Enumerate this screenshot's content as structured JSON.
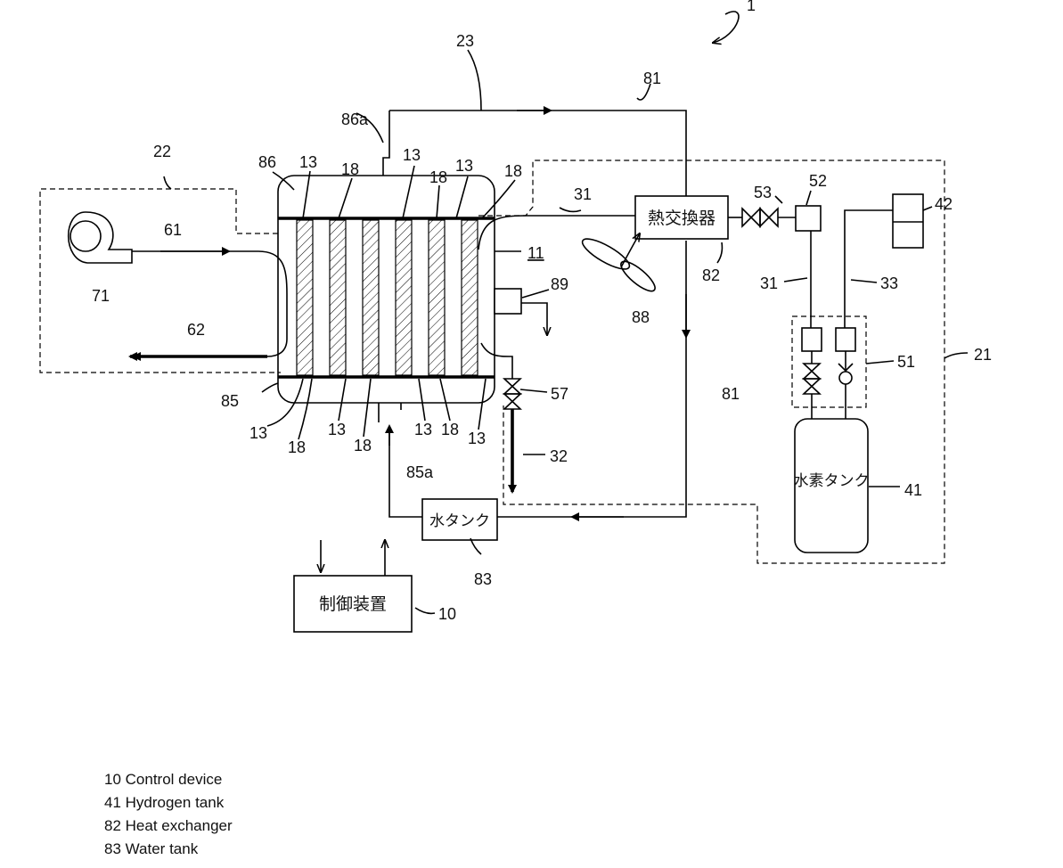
{
  "components": {
    "control_device": "制御装置",
    "water_tank": "水タンク",
    "heat_exchanger": "熱交換器",
    "hydrogen_tank": "水素タンク"
  },
  "refs": {
    "r1": "1",
    "r10": "10",
    "r11": "11",
    "r13": "13",
    "r18": "18",
    "r21": "21",
    "r22": "22",
    "r23": "23",
    "r31": "31",
    "r32": "32",
    "r33": "33",
    "r41": "41",
    "r42": "42",
    "r51": "51",
    "r52": "52",
    "r53": "53",
    "r57": "57",
    "r61": "61",
    "r62": "62",
    "r71": "71",
    "r81": "81",
    "r82": "82",
    "r83": "83",
    "r85": "85",
    "r85a": "85a",
    "r86": "86",
    "r86a": "86a",
    "r88": "88",
    "r89": "89"
  },
  "legend": [
    "10 Control device",
    "41 Hydrogen tank",
    "82 Heat exchanger",
    "83 Water tank"
  ]
}
